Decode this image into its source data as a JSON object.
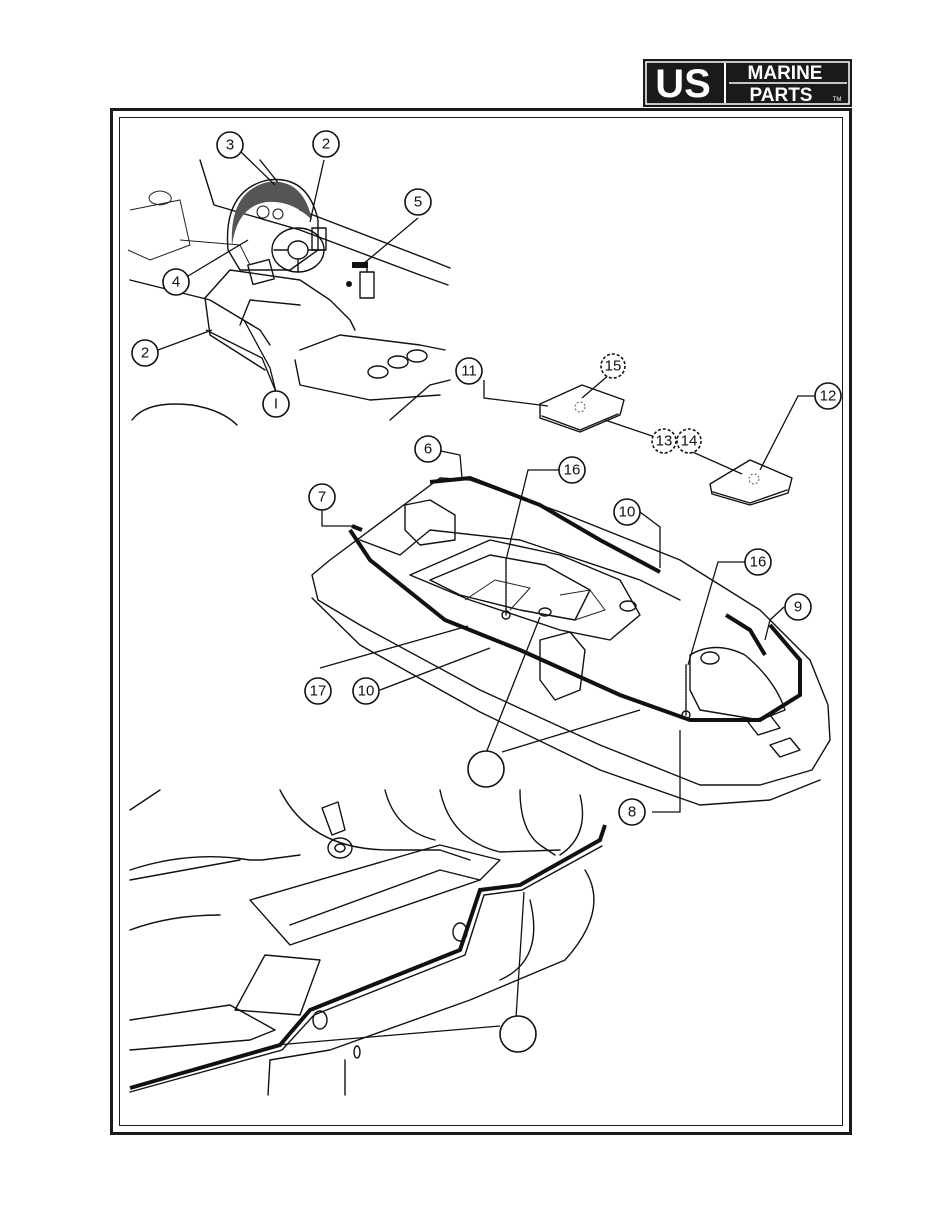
{
  "brand": {
    "logo_letters": "US",
    "logo_line1": "MARINE",
    "logo_line2": "PARTS",
    "logo_tm": "TM",
    "color_dark": "#1a1a1a",
    "color_light": "#ffffff"
  },
  "callouts": [
    {
      "id": "c3",
      "label": "3"
    },
    {
      "id": "c2a",
      "label": "2"
    },
    {
      "id": "c5",
      "label": "5"
    },
    {
      "id": "c4",
      "label": "4"
    },
    {
      "id": "c2b",
      "label": "2"
    },
    {
      "id": "c1",
      "label": "I"
    },
    {
      "id": "c11",
      "label": "11"
    },
    {
      "id": "c15",
      "label": "15"
    },
    {
      "id": "c12",
      "label": "12"
    },
    {
      "id": "c13",
      "label": "13"
    },
    {
      "id": "c14",
      "label": "14"
    },
    {
      "id": "c6",
      "label": "6"
    },
    {
      "id": "c16a",
      "label": "16"
    },
    {
      "id": "c7",
      "label": "7"
    },
    {
      "id": "c10a",
      "label": "10"
    },
    {
      "id": "c16b",
      "label": "16"
    },
    {
      "id": "c9",
      "label": "9"
    },
    {
      "id": "c17",
      "label": "17"
    },
    {
      "id": "c10b",
      "label": "10"
    },
    {
      "id": "c8",
      "label": "8"
    },
    {
      "id": "cblank1",
      "label": ""
    },
    {
      "id": "cblank2",
      "label": ""
    }
  ]
}
